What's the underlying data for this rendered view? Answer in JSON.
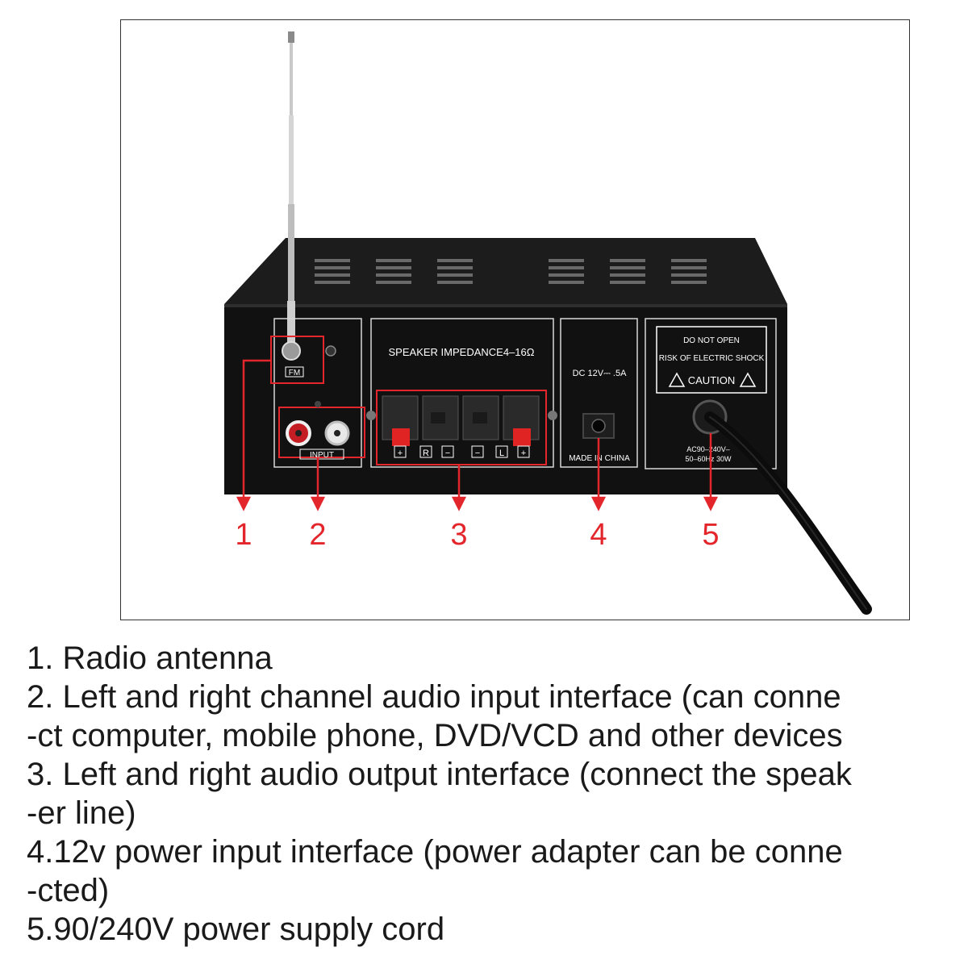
{
  "colors": {
    "callout": "#e3262b",
    "panel": "#121212",
    "panel_line": "#d8d8d8",
    "text": "#1a1a1a"
  },
  "panel": {
    "fm_label": "FM",
    "input_label": "INPUT",
    "speaker_impedance": "SPEAKER IMPEDANCE4–16Ω",
    "terminal_marks": [
      "+",
      "R",
      "−",
      "−",
      "L",
      "+"
    ],
    "dc_rating": "DC 12V⎓ .5A",
    "made_in": "MADE IN CHINA",
    "warning_line1": "DO NOT OPEN",
    "warning_line2": "RISK OF ELECTRIC SHOCK",
    "caution": "CAUTION",
    "ac_rating_line1": "AC90–240V–",
    "ac_rating_line2": "50–60Hz 30W"
  },
  "callouts": [
    "1",
    "2",
    "3",
    "4",
    "5"
  ],
  "legend": [
    "1. Radio antenna",
    "2. Left and right channel audio input interface (can conne",
    "-ct computer, mobile phone, DVD/VCD and other devices",
    "3. Left and right audio output interface (connect the speak",
    "-er line)",
    "4.12v power input interface (power adapter can be conne",
    "-cted)",
    "5.90/240V power supply cord"
  ]
}
